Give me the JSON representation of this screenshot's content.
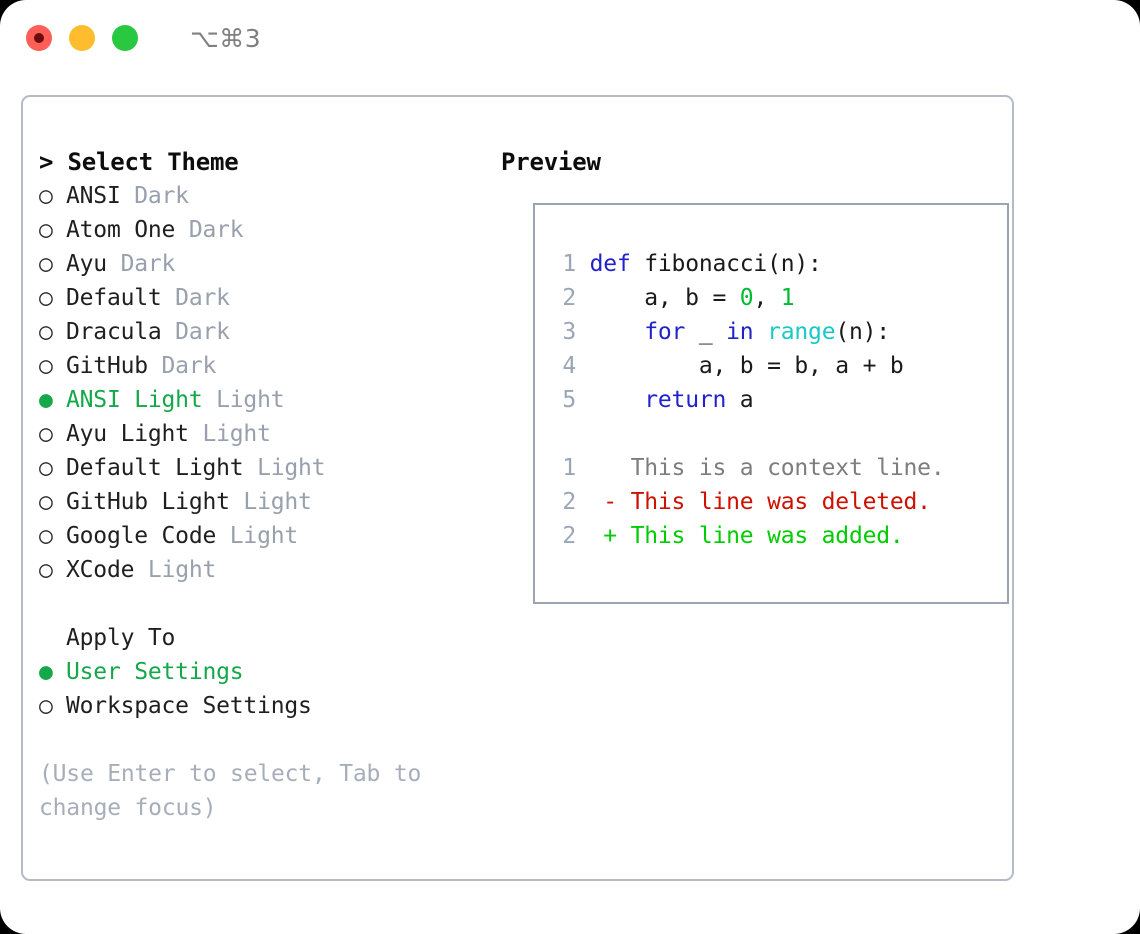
{
  "window": {
    "traffic_lights": [
      "close-red",
      "minimize-yellow",
      "maximize-green"
    ],
    "shortcut_label": "⌥⌘3"
  },
  "theme_picker": {
    "heading_prefix": "> ",
    "heading": "Select Theme",
    "selected_marker": "●",
    "unselected_marker": "○",
    "selected_index": 6,
    "items": [
      {
        "name": "ANSI",
        "suffix": "Dark",
        "selected": false
      },
      {
        "name": "Atom One",
        "suffix": "Dark",
        "selected": false
      },
      {
        "name": "Ayu",
        "suffix": "Dark",
        "selected": false
      },
      {
        "name": "Default",
        "suffix": "Dark",
        "selected": false
      },
      {
        "name": "Dracula",
        "suffix": "Dark",
        "selected": false
      },
      {
        "name": "GitHub",
        "suffix": "Dark",
        "selected": false
      },
      {
        "name": "ANSI Light",
        "suffix": "Light",
        "selected": true
      },
      {
        "name": "Ayu Light",
        "suffix": "Light",
        "selected": false
      },
      {
        "name": "Default Light",
        "suffix": "Light",
        "selected": false
      },
      {
        "name": "GitHub Light",
        "suffix": "Light",
        "selected": false
      },
      {
        "name": "Google Code",
        "suffix": "Light",
        "selected": false
      },
      {
        "name": "XCode",
        "suffix": "Light",
        "selected": false
      }
    ]
  },
  "apply_to": {
    "heading": "Apply To",
    "items": [
      {
        "name": "User Settings",
        "selected": true
      },
      {
        "name": "Workspace Settings",
        "selected": false
      }
    ]
  },
  "hint": "(Use Enter to select, Tab to change focus)",
  "preview": {
    "heading": "Preview",
    "code_lines": [
      {
        "no": "1",
        "tokens": [
          {
            "t": "def",
            "c": "kw"
          },
          {
            "t": " fibonacci(n):",
            "c": "txt"
          }
        ]
      },
      {
        "no": "2",
        "tokens": [
          {
            "t": "    a, b = ",
            "c": "txt"
          },
          {
            "t": "0",
            "c": "num"
          },
          {
            "t": ", ",
            "c": "txt"
          },
          {
            "t": "1",
            "c": "num"
          }
        ]
      },
      {
        "no": "3",
        "tokens": [
          {
            "t": "    ",
            "c": "txt"
          },
          {
            "t": "for",
            "c": "kw"
          },
          {
            "t": " _ ",
            "c": "txt"
          },
          {
            "t": "in",
            "c": "kw"
          },
          {
            "t": " ",
            "c": "txt"
          },
          {
            "t": "range",
            "c": "fn"
          },
          {
            "t": "(n):",
            "c": "txt"
          }
        ]
      },
      {
        "no": "4",
        "tokens": [
          {
            "t": "        a, b = b, a + b",
            "c": "txt"
          }
        ]
      },
      {
        "no": "5",
        "tokens": [
          {
            "t": "    ",
            "c": "txt"
          },
          {
            "t": "return",
            "c": "kw"
          },
          {
            "t": " a",
            "c": "txt"
          }
        ]
      }
    ],
    "diff_lines": [
      {
        "no": "1",
        "sign": " ",
        "text": "This is a context line.",
        "kind": "ctx"
      },
      {
        "no": "2",
        "sign": "-",
        "text": "This line was deleted.",
        "kind": "del"
      },
      {
        "no": "2",
        "sign": "+",
        "text": "This line was added.",
        "kind": "add"
      }
    ]
  },
  "colors": {
    "accent_green": "#14a84a",
    "keyword_blue": "#2222cc",
    "function_cyan": "#19c8c8",
    "number_green": "#00bb33",
    "diff_delete_red": "#cc1100",
    "diff_add_green": "#00cc00",
    "muted_gray": "#98a0ad",
    "border_gray": "#b4bbc7"
  }
}
